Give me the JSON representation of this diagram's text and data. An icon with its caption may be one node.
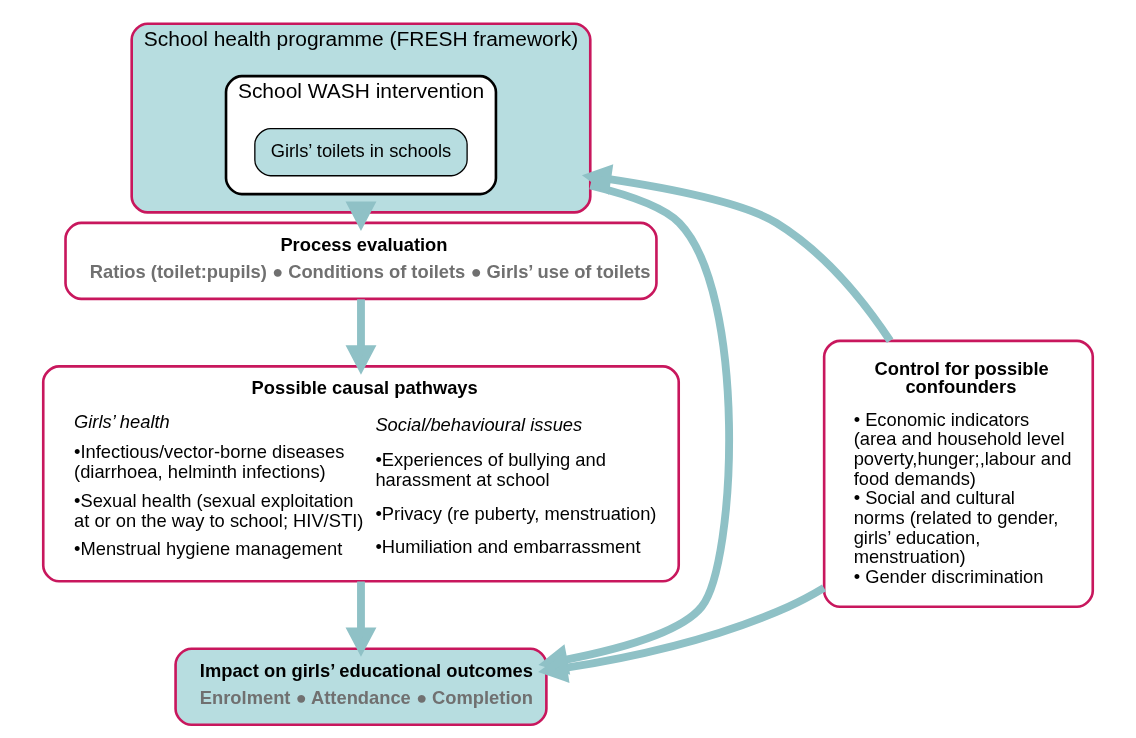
{
  "diagram": {
    "nodes": [
      {
        "text": [
          "School health programme (FRESH framework)"
        ]
      },
      {
        "text": [
          "School WASH intervention"
        ],
        "in": 0
      },
      {
        "text": [
          "Girls’ toilets in schools"
        ],
        "in": 1
      },
      {
        "text": [
          "Process evaluation",
          "Ratios (toilet:pupils) ● Conditions of toilets ● Girls’ use of toilets"
        ]
      },
      {
        "text": [
          "Possible causal pathways",
          "Girls’ health",
          "•Infectious/vector-borne diseases (diarrhoea, helminth infections)",
          "•Sexual health (sexual exploitation at or on the way to school; HIV/STI)",
          "•Menstrual hygiene management",
          "Social/behavioural issues",
          "•Experiences of bullying and harassment at school",
          "•Privacy (re puberty, menstruation)",
          "•Humiliation and embarrassment"
        ]
      },
      {
        "text": [
          "Control for possible confounders",
          "• Economic indicators (area and household level poverty,hunger;,labour and food demands)",
          "• Social and cultural norms (related to gender, girls’ education, menstruation)",
          "• Gender discrimination"
        ]
      },
      {
        "text": [
          "Impact on girls’ educational outcomes",
          "Enrolment ● Attendance ● Completion"
        ]
      }
    ],
    "edges": [
      {
        "from": 0,
        "to": 3,
        "arrow": "to"
      },
      {
        "from": 3,
        "to": 4,
        "arrow": "to"
      },
      {
        "from": 4,
        "to": 6,
        "arrow": "to"
      },
      {
        "from": 0,
        "to": 6,
        "arrow": "to"
      },
      {
        "from": 5,
        "to": 0,
        "arrow": "to"
      },
      {
        "from": 5,
        "to": 6,
        "arrow": "to"
      }
    ]
  }
}
